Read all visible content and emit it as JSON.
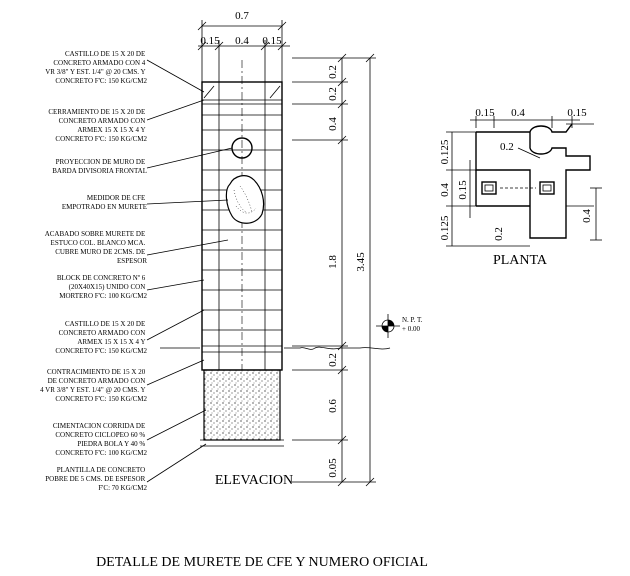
{
  "title": "DETALLE DE MURETE DE CFE Y NUMERO OFICIAL",
  "views": {
    "elevation_label": "ELEVACION",
    "plan_label": "PLANTA"
  },
  "elevation_dims": {
    "top_total": "0.7",
    "top_left": "0.15",
    "top_mid": "0.4",
    "top_right": "0.15",
    "right_1": "0.2",
    "right_2": "0.2",
    "right_3": "0.4",
    "right_4": "1.8",
    "right_5": "0.2",
    "right_6": "0.6",
    "right_7": "0.05",
    "overall": "3.45"
  },
  "level_mark": {
    "line1": "N. P. T.",
    "line2": "+ 0.00"
  },
  "plan_dims": {
    "top_1": "0.15",
    "top_2": "0.4",
    "top_3": "0.15",
    "left_1": "0.125",
    "left_2": "0.4",
    "left_3": "0.15",
    "left_4": "0.125",
    "inner_1": "0.2",
    "inner_2": "0.2",
    "right_1": "0.4"
  },
  "notes": [
    {
      "lines": [
        "CASTILLO DE 15 X 20 DE",
        "CONCRETO ARMADO CON 4",
        "VR 3/8\" Y EST. 1/4\" @ 20 CMS. Y",
        "CONCRETO F'C: 150 KG/CM2"
      ]
    },
    {
      "lines": [
        "CERRAMIENTO DE 15 X 20 DE",
        "CONCRETO ARMADO CON",
        "ARMEX 15 X 15 X 4 Y",
        "CONCRETO F'C: 150 KG/CM2"
      ]
    },
    {
      "lines": [
        "PROYECCION DE MURO DE",
        "BARDA DIVISORIA FRONTAL"
      ]
    },
    {
      "lines": [
        "MEDIDOR DE CFE",
        "EMPOTRADO EN MURETE"
      ]
    },
    {
      "lines": [
        "ACABADO SOBRE MURETE DE",
        "ESTUCO COL. BLANCO MCA.",
        "CUBRE MURO DE 2CMS. DE",
        "ESPESOR"
      ]
    },
    {
      "lines": [
        "BLOCK DE CONCRETO Nº 6",
        "(20X40X15) UNIDO CON",
        "MORTERO F'C: 100 KG/CM2"
      ]
    },
    {
      "lines": [
        "CASTILLO DE 15 X 20 DE",
        "CONCRETO ARMADO CON",
        "ARMEX 15 X 15 X 4 Y",
        "CONCRETO F'C: 150 KG/CM2"
      ]
    },
    {
      "lines": [
        "CONTRACIMIENTO DE 15 X 20",
        "DE CONCRETO ARMADO CON",
        "4 VR 3/8\" Y EST. 1/4\" @ 20 CMS. Y",
        "CONCRETO F'C: 150 KG/CM2"
      ]
    },
    {
      "lines": [
        "CIMENTACION CORRIDA DE",
        "CONCRETO CICLOPEO 60 %",
        "PIEDRA BOLA Y 40 %",
        "CONCRETO F'C: 100 KG/CM2"
      ]
    },
    {
      "lines": [
        "PLANTILLA DE CONCRETO",
        "POBRE DE 5 CMS. DE ESPESOR",
        "F'C: 70 KG/CM2"
      ]
    }
  ]
}
